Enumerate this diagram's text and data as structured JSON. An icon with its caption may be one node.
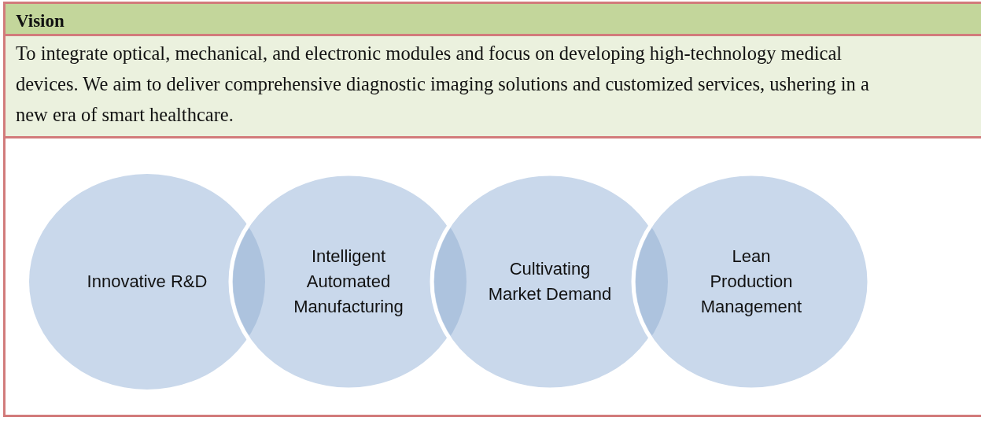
{
  "diagram": {
    "nodes": [
      {
        "text": [
          "Vision"
        ]
      },
      {
        "text": [
          "To integrate optical, mechanical, and electronic modules and focus on developing high-technology medical devices. We aim to deliver comprehensive diagnostic imaging solutions and customized services, ushering in a new era of smart healthcare."
        ]
      },
      {
        "text": [
          "Innovative R&D"
        ]
      },
      {
        "text": [
          "Intelligent Automated Manufacturing"
        ]
      },
      {
        "text": [
          "Cultivating Market Demand"
        ]
      },
      {
        "text": [
          "Lean Production Management"
        ]
      }
    ]
  }
}
